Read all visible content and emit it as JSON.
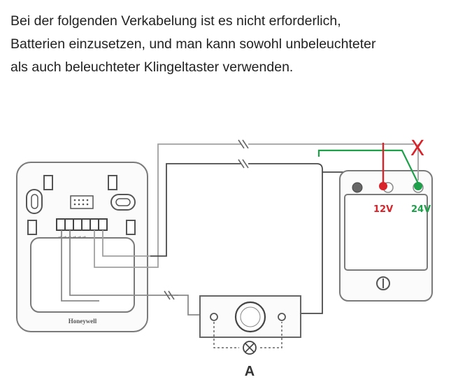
{
  "text": {
    "lines": [
      "Bei der folgenden Verkabelung ist es nicht erforderlich,",
      "Batterien einzusetzen, und man kann sowohl unbeleuchteter",
      "als auch beleuchteter Klingeltaster verwenden."
    ]
  },
  "diagram": {
    "receiver_brand": "Honeywell",
    "terminal_label": "→ → → → → →",
    "doorbell_label": "A",
    "cross_mark": "X",
    "voltage_12": "12V",
    "voltage_24": "24V",
    "colors": {
      "wire": "#8a8a8a",
      "wire_dark": "#3c3c3c",
      "red": "#d8232a",
      "green": "#1ea04a"
    }
  }
}
